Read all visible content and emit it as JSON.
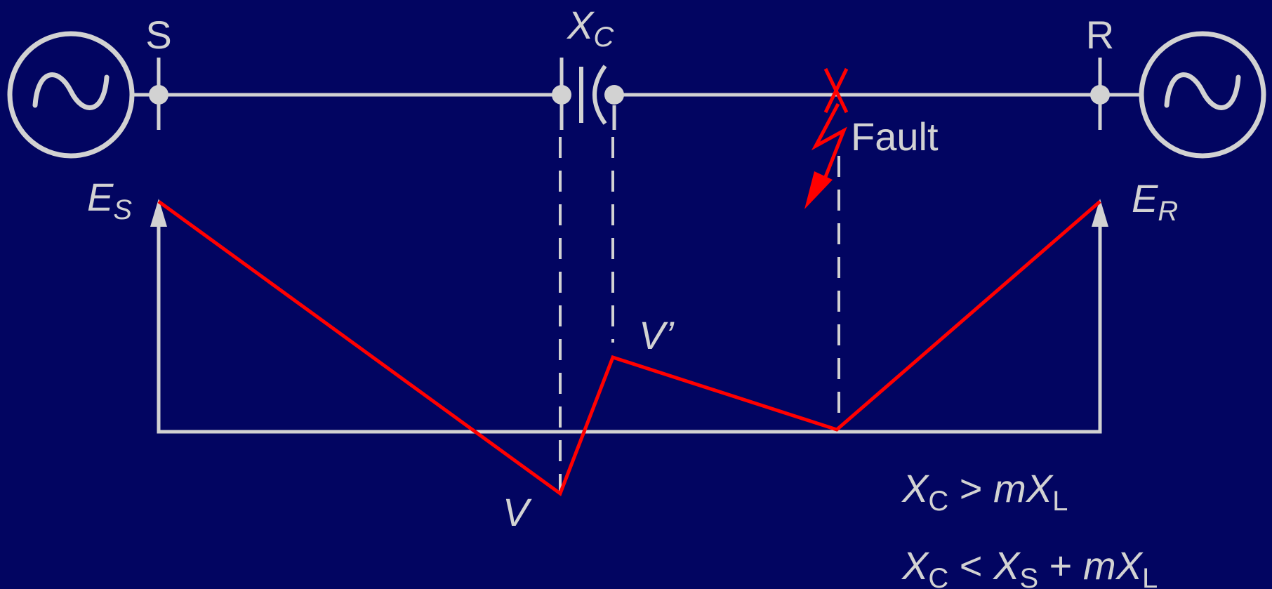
{
  "buses": {
    "sending": "S",
    "receiving": "R"
  },
  "capacitor": {
    "symbol": "X",
    "subscript": "C"
  },
  "fault_label": "Fault",
  "sources": {
    "sending": {
      "symbol": "E",
      "subscript": "S"
    },
    "receiving": {
      "symbol": "E",
      "subscript": "R"
    }
  },
  "voltages": {
    "before_capacitor": "V",
    "after_capacitor": "V’"
  },
  "conditions": [
    {
      "parts": [
        {
          "text": "X",
          "style": "it"
        },
        {
          "text": "C",
          "style": "sub"
        },
        {
          "text": " > ",
          "style": "plain"
        },
        {
          "text": "mX",
          "style": "it"
        },
        {
          "text": "L",
          "style": "sub"
        }
      ]
    },
    {
      "parts": [
        {
          "text": "X",
          "style": "it"
        },
        {
          "text": "C",
          "style": "sub"
        },
        {
          "text": " < ",
          "style": "plain"
        },
        {
          "text": "X",
          "style": "it"
        },
        {
          "text": "S",
          "style": "sub"
        },
        {
          "text": " + ",
          "style": "plain"
        },
        {
          "text": "mX",
          "style": "it"
        },
        {
          "text": "L",
          "style": "sub"
        }
      ]
    }
  ],
  "colors": {
    "background": "#020561",
    "line": "#d2d2d2",
    "voltage_profile": "#ff0000",
    "fault": "#ff0000"
  }
}
